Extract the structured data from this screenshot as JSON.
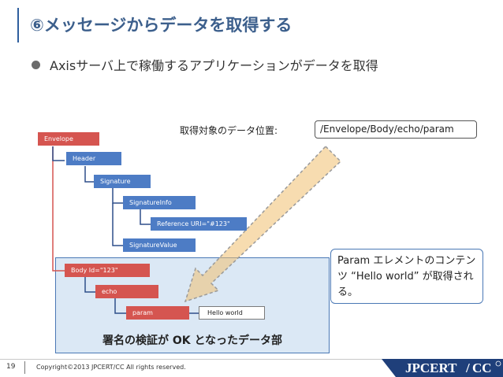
{
  "slide": {
    "title": "⑥メッセージからデータを取得する",
    "bullet": "Axisサーバ上で稼働するアプリケーションがデータを取得"
  },
  "diagram": {
    "nodes": {
      "envelope": "Envelope",
      "header": "Header",
      "signature": "Signature",
      "signature_info": "SignatureInfo",
      "reference": "Reference URI=\"#123\"",
      "signature_value": "SignatureValue",
      "body": "Body  Id=\"123\"",
      "echo": "echo",
      "param": "param",
      "hello": "Hello world"
    },
    "position_label": "取得対象のデータ位置:",
    "path": "/Envelope/Body/echo/param",
    "callout": "Param エレメントのコンテンツ “Hello world” が取得される。",
    "signed_area_caption": "署名の検証が OK となったデータ部",
    "colors": {
      "red_node": "#d55550",
      "blue_node": "#4d7cc5",
      "signed_area": "#dbe8f5",
      "arrow": "#f0c070"
    }
  },
  "footer": {
    "page_number": "19",
    "copyright": "Copyright©2013 JPCERT/CC All rights reserved.",
    "logo_text": "JPCERT",
    "logo_suffix": "CC"
  }
}
